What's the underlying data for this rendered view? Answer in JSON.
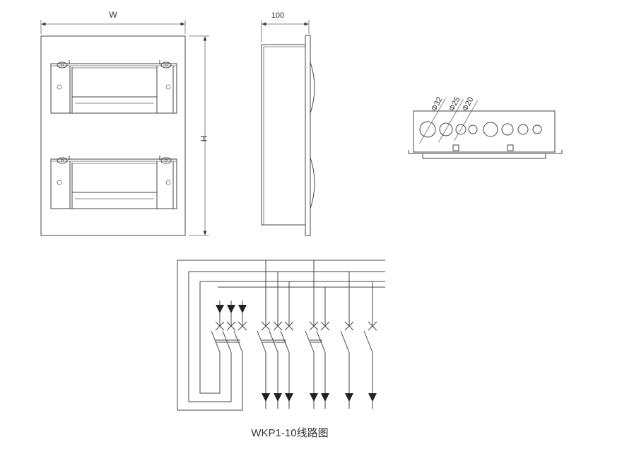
{
  "front_view": {
    "width_label": "W",
    "height_label": "H"
  },
  "side_view": {
    "depth_label": "100"
  },
  "gland_plate": {
    "hole_labels": [
      "Φ32",
      "Φ25",
      "Φ20"
    ]
  },
  "circuit": {
    "caption": "WKP1-10线路图"
  }
}
